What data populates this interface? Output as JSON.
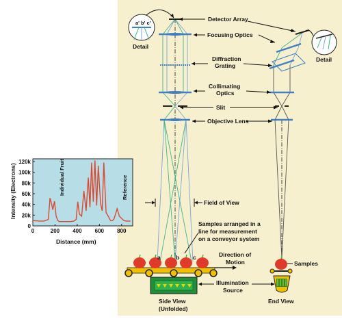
{
  "diagram": {
    "labels": {
      "detector_array": "Detector Array",
      "focusing_optics": "Focusing Optics",
      "diffraction_grating_1": "Diffraction",
      "diffraction_grating_2": "Grating",
      "collimating_optics_1": "Collimating",
      "collimating_optics_2": "Optics",
      "slit": "Slit",
      "objective_lens": "Objective Lens",
      "field_of_view": "Field of View",
      "samples_note_1": "Samples arranged in a",
      "samples_note_2": "line for measurement",
      "samples_note_3": "on a conveyor system",
      "direction_1": "Direction of",
      "direction_2": "Motion",
      "samples": "Samples",
      "illumination_1": "Illumination",
      "illumination_2": "Source",
      "side_view_1": "Side View",
      "side_view_2": "(Unfolded)",
      "end_view": "End View",
      "detail_left": "Detail",
      "detail_right": "Detail",
      "detail_left_marks": "a' b' c'",
      "point_a": "a",
      "point_b": "b",
      "point_c": "c"
    },
    "colors": {
      "panel_bg": "#f6f0cf",
      "chart_bg": "#b7dde6",
      "optics": "#3f7fc4",
      "ray_green": "#3fb38c",
      "ray_blue": "#7aa6d8",
      "apple": "#e03a2a",
      "conveyor": "#f0c000",
      "led_board": "#1f8f3a"
    }
  },
  "chart_data": {
    "type": "line",
    "xlabel": "Distance (mm)",
    "ylabel": "Intensity (Electrons)",
    "xlim": [
      0,
      900
    ],
    "ylim": [
      0,
      125000
    ],
    "xticks": [
      "0",
      "200",
      "400",
      "600",
      "800"
    ],
    "yticks": [
      "0",
      "20k",
      "40k",
      "60k",
      "80k",
      "100k",
      "120k"
    ],
    "annotations": [
      "Individual Fruit",
      "Reference"
    ],
    "x": [
      0,
      60,
      100,
      140,
      155,
      170,
      180,
      195,
      210,
      225,
      240,
      270,
      300,
      340,
      370,
      390,
      405,
      420,
      440,
      460,
      480,
      500,
      515,
      530,
      545,
      560,
      575,
      590,
      610,
      625,
      640,
      660,
      680,
      700,
      715,
      730,
      745,
      760,
      780,
      800,
      820,
      840,
      860,
      880
    ],
    "values": [
      10000,
      9000,
      9000,
      12000,
      52000,
      40000,
      30000,
      46000,
      18000,
      10000,
      8000,
      8000,
      8000,
      8000,
      9000,
      12000,
      45000,
      22000,
      18000,
      65000,
      28000,
      90000,
      35000,
      118000,
      45000,
      122000,
      38000,
      112000,
      42000,
      28000,
      118000,
      25000,
      18000,
      10000,
      10000,
      12000,
      22000,
      32000,
      18000,
      14000,
      10000,
      9000,
      9000,
      9000
    ]
  }
}
